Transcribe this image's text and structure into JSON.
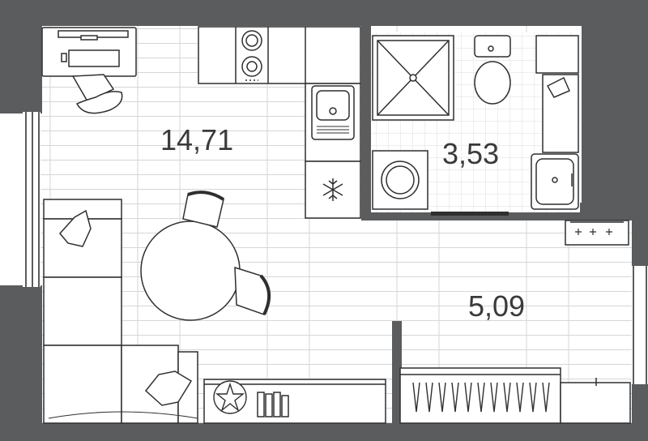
{
  "rooms": [
    {
      "id": "living",
      "area": "14,71"
    },
    {
      "id": "bathroom",
      "area": "3,53"
    },
    {
      "id": "hallway",
      "area": "5,09"
    }
  ],
  "colors": {
    "wall": "#5b5c5e",
    "floor_line": "#d3d3d3",
    "tile_line": "#dcdcdc",
    "furniture_stroke": "#2f2f2f",
    "label": "#3a3a3a"
  },
  "icons": [
    "snowflake-icon",
    "flower-icon"
  ]
}
